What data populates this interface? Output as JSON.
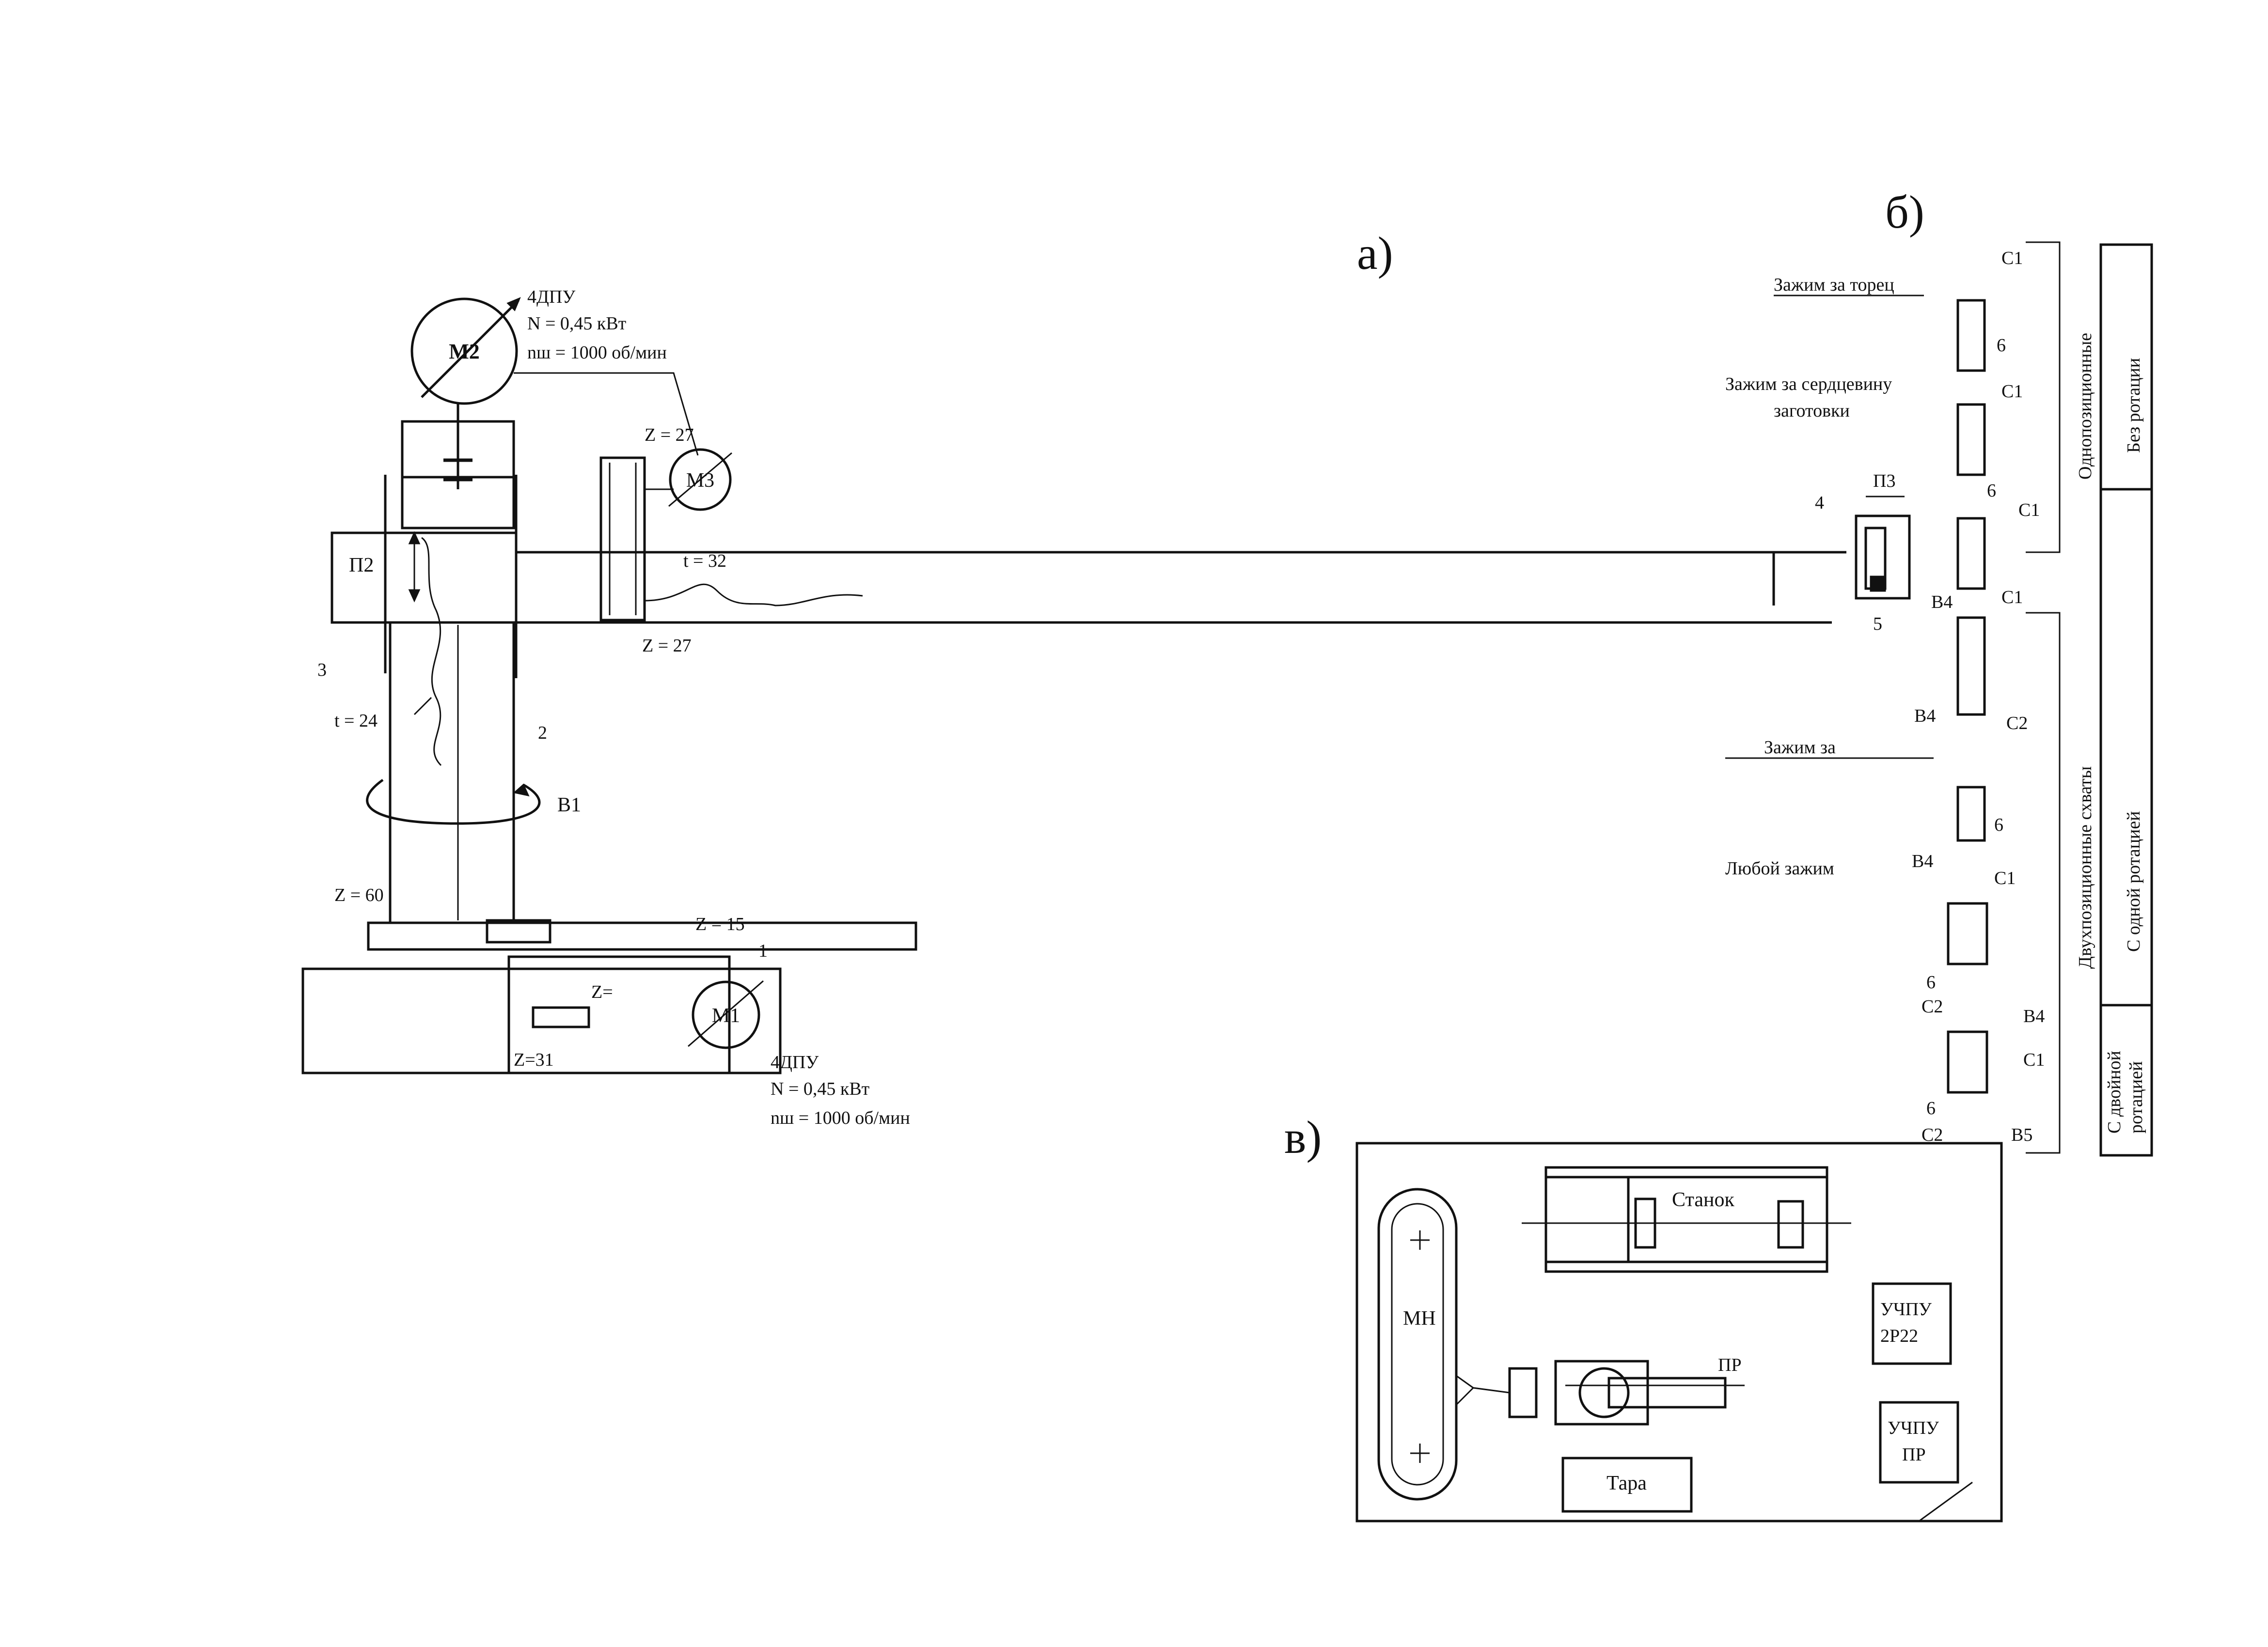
{
  "panels": {
    "a": "а)",
    "b": "б)",
    "c": "в)"
  },
  "panel_a": {
    "motor_m2": "М2",
    "motor_m3": "М3",
    "motor_m1": "М1",
    "m2_spec": [
      "4ДПУ",
      "N = 0,45 кВт",
      "nш = 1000 об/мин"
    ],
    "m1_spec": [
      "4ДПУ",
      "N = 0,45 кВт",
      "nш = 1000 об/мин"
    ],
    "z_top": "Z = 27",
    "z_bottom": "Z = 27",
    "t32": "t = 32",
    "t24": "t = 24",
    "p2": "П2",
    "p3": "П3",
    "b1": "В1",
    "z60": "Z = 60",
    "z15": "Z = 15",
    "z_gear": "Z=",
    "z31": "Z=31",
    "num1": "1",
    "num2": "2",
    "num3": "3",
    "num4": "4",
    "num5": "5"
  },
  "panel_b": {
    "clamp_end": "Зажим за торец",
    "clamp_core_1": "Зажим за сердцевину",
    "clamp_core_2": "заготовки",
    "clamp_by": "Зажим за",
    "any_clamp": "Любой зажим",
    "c1": "С1",
    "c2": "С2",
    "b4": "В4",
    "b5": "В5",
    "num6": "6"
  },
  "classification": {
    "single_position": "Однопозиционные",
    "two_position": "Двухпозиционные схваты",
    "no_rotation": "Без ротации",
    "one_rotation": "С одной ротацией",
    "double_rotation_1": "С двойной",
    "double_rotation_2": "ротацией"
  },
  "panel_c": {
    "machine": "Станок",
    "mn": "МН",
    "pr": "ПР",
    "cnc_2p22_1": "УЧПУ",
    "cnc_2p22_2": "2Р22",
    "cnc_pr_1": "УЧПУ",
    "cnc_pr_2": "ПР",
    "tara": "Тара"
  }
}
